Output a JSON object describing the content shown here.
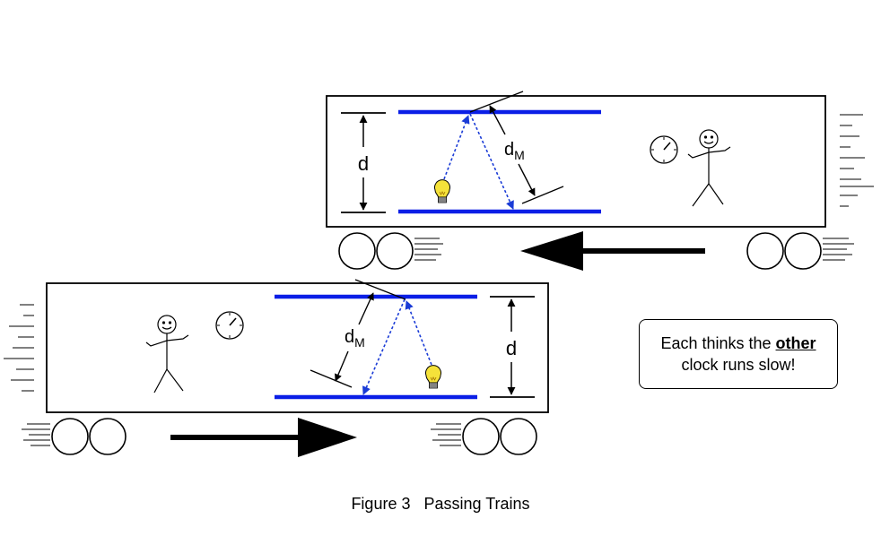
{
  "caption": {
    "figure": "Figure 3",
    "title": "Passing Trains"
  },
  "callout": {
    "line1_before": "Each thinks the ",
    "line1_emphasis": "other",
    "line2": "clock runs slow!"
  },
  "labels": {
    "distance": "d",
    "moving_distance_base": "d",
    "moving_distance_subscript": "M"
  },
  "colors": {
    "mirror": "#0a1ee6",
    "light_path": "#1a3bd6",
    "bulb": "#f5e23a",
    "outline": "#000000"
  },
  "trains": [
    {
      "id": "upper",
      "direction": "left"
    },
    {
      "id": "lower",
      "direction": "right"
    }
  ]
}
